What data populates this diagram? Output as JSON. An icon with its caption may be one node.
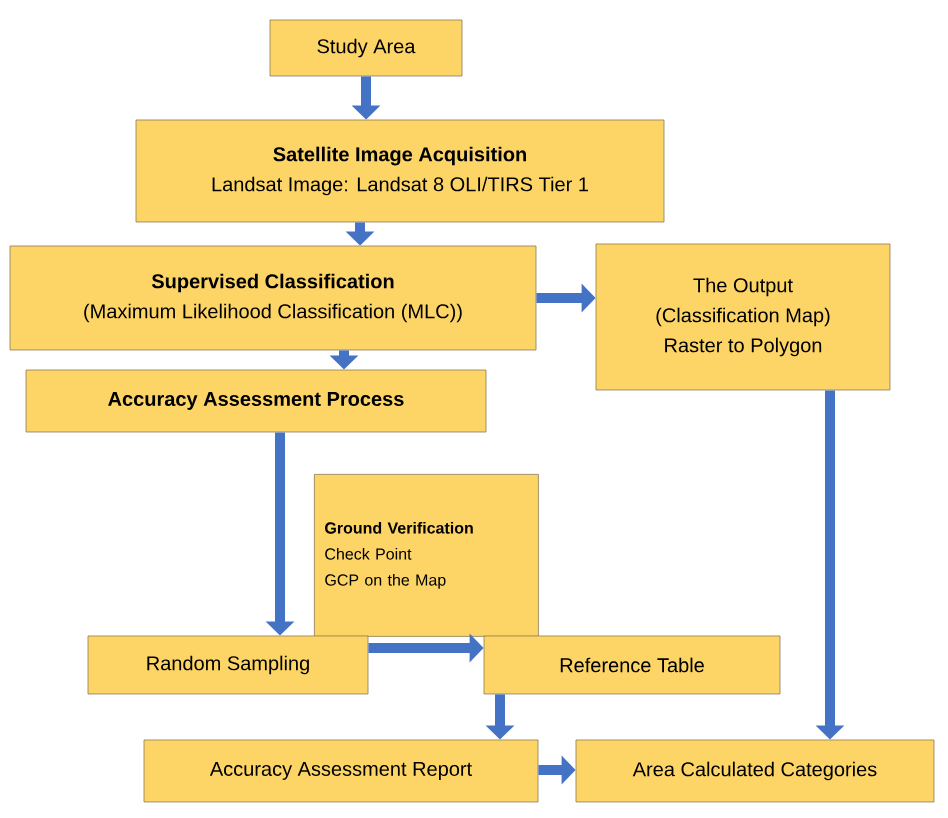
{
  "diagram": {
    "nodes": [
      {
        "text": [
          "Study Area"
        ]
      },
      {
        "text": [
          "Satellite Image Acquisition",
          "Landsat Image: Landsat 8 OLI/TIRS Tier 1"
        ]
      },
      {
        "text": [
          "Supervised Classification",
          "(Maximum Likelihood Classification (MLC))"
        ]
      },
      {
        "text": [
          "The Output",
          "(Classification Map)",
          "Raster to Polygon"
        ]
      },
      {
        "text": [
          "Accuracy Assessment Process"
        ]
      },
      {
        "text": [
          "Ground Verification",
          "Check Point",
          "GCP on the Map"
        ]
      },
      {
        "text": [
          "Random Sampling"
        ]
      },
      {
        "text": [
          "Reference Table"
        ]
      },
      {
        "text": [
          "Accuracy Assessment Report"
        ]
      },
      {
        "text": [
          "Area Calculated Categories"
        ]
      }
    ],
    "edges": [
      {
        "from": 0,
        "to": 1,
        "arrow": "to"
      },
      {
        "from": 1,
        "to": 2,
        "arrow": "to"
      },
      {
        "from": 2,
        "to": 3,
        "arrow": "to"
      },
      {
        "from": 2,
        "to": 4,
        "arrow": "to"
      },
      {
        "from": 4,
        "to": 6,
        "arrow": "to"
      },
      {
        "from": 6,
        "to": 7,
        "arrow": "to"
      },
      {
        "from": 7,
        "to": 8,
        "arrow": "to"
      },
      {
        "from": 8,
        "to": 9,
        "arrow": "to"
      },
      {
        "from": 3,
        "to": 9,
        "arrow": "to"
      }
    ]
  }
}
